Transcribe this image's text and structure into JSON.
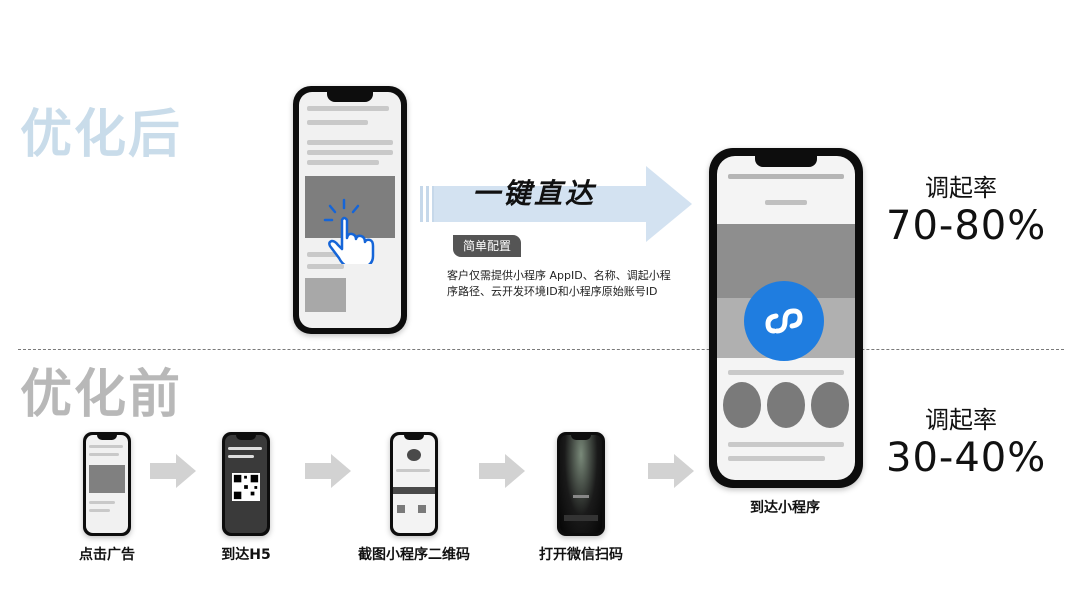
{
  "labels": {
    "after": "优化后",
    "before": "优化前"
  },
  "after_flow": {
    "arrow_title": "一键直达",
    "tag": "简单配置",
    "description": "客户仅需提供小程序 AppID、名称、调起小程序路径、云开发环境ID和小程序原始账号ID"
  },
  "before_flow": {
    "steps": [
      {
        "label": "点击广告"
      },
      {
        "label": "到达H5"
      },
      {
        "label": "截图小程序二维码"
      },
      {
        "label": "打开微信扫码"
      }
    ]
  },
  "destination": {
    "label": "到达小程序"
  },
  "rates": {
    "after": {
      "label": "调起率",
      "value": "70-80%"
    },
    "before": {
      "label": "调起率",
      "value": "30-40%"
    }
  },
  "colors": {
    "after_label": "#c9dcea",
    "before_label": "#b8b8b8",
    "arrow": "#d3e2f1",
    "mini_program_logo": "#1f7de0",
    "step_arrow": "#d2d2d2"
  },
  "icons": [
    "tap-hand-icon",
    "mini-program-logo-icon",
    "qr-code-icon",
    "wechat-icon"
  ]
}
